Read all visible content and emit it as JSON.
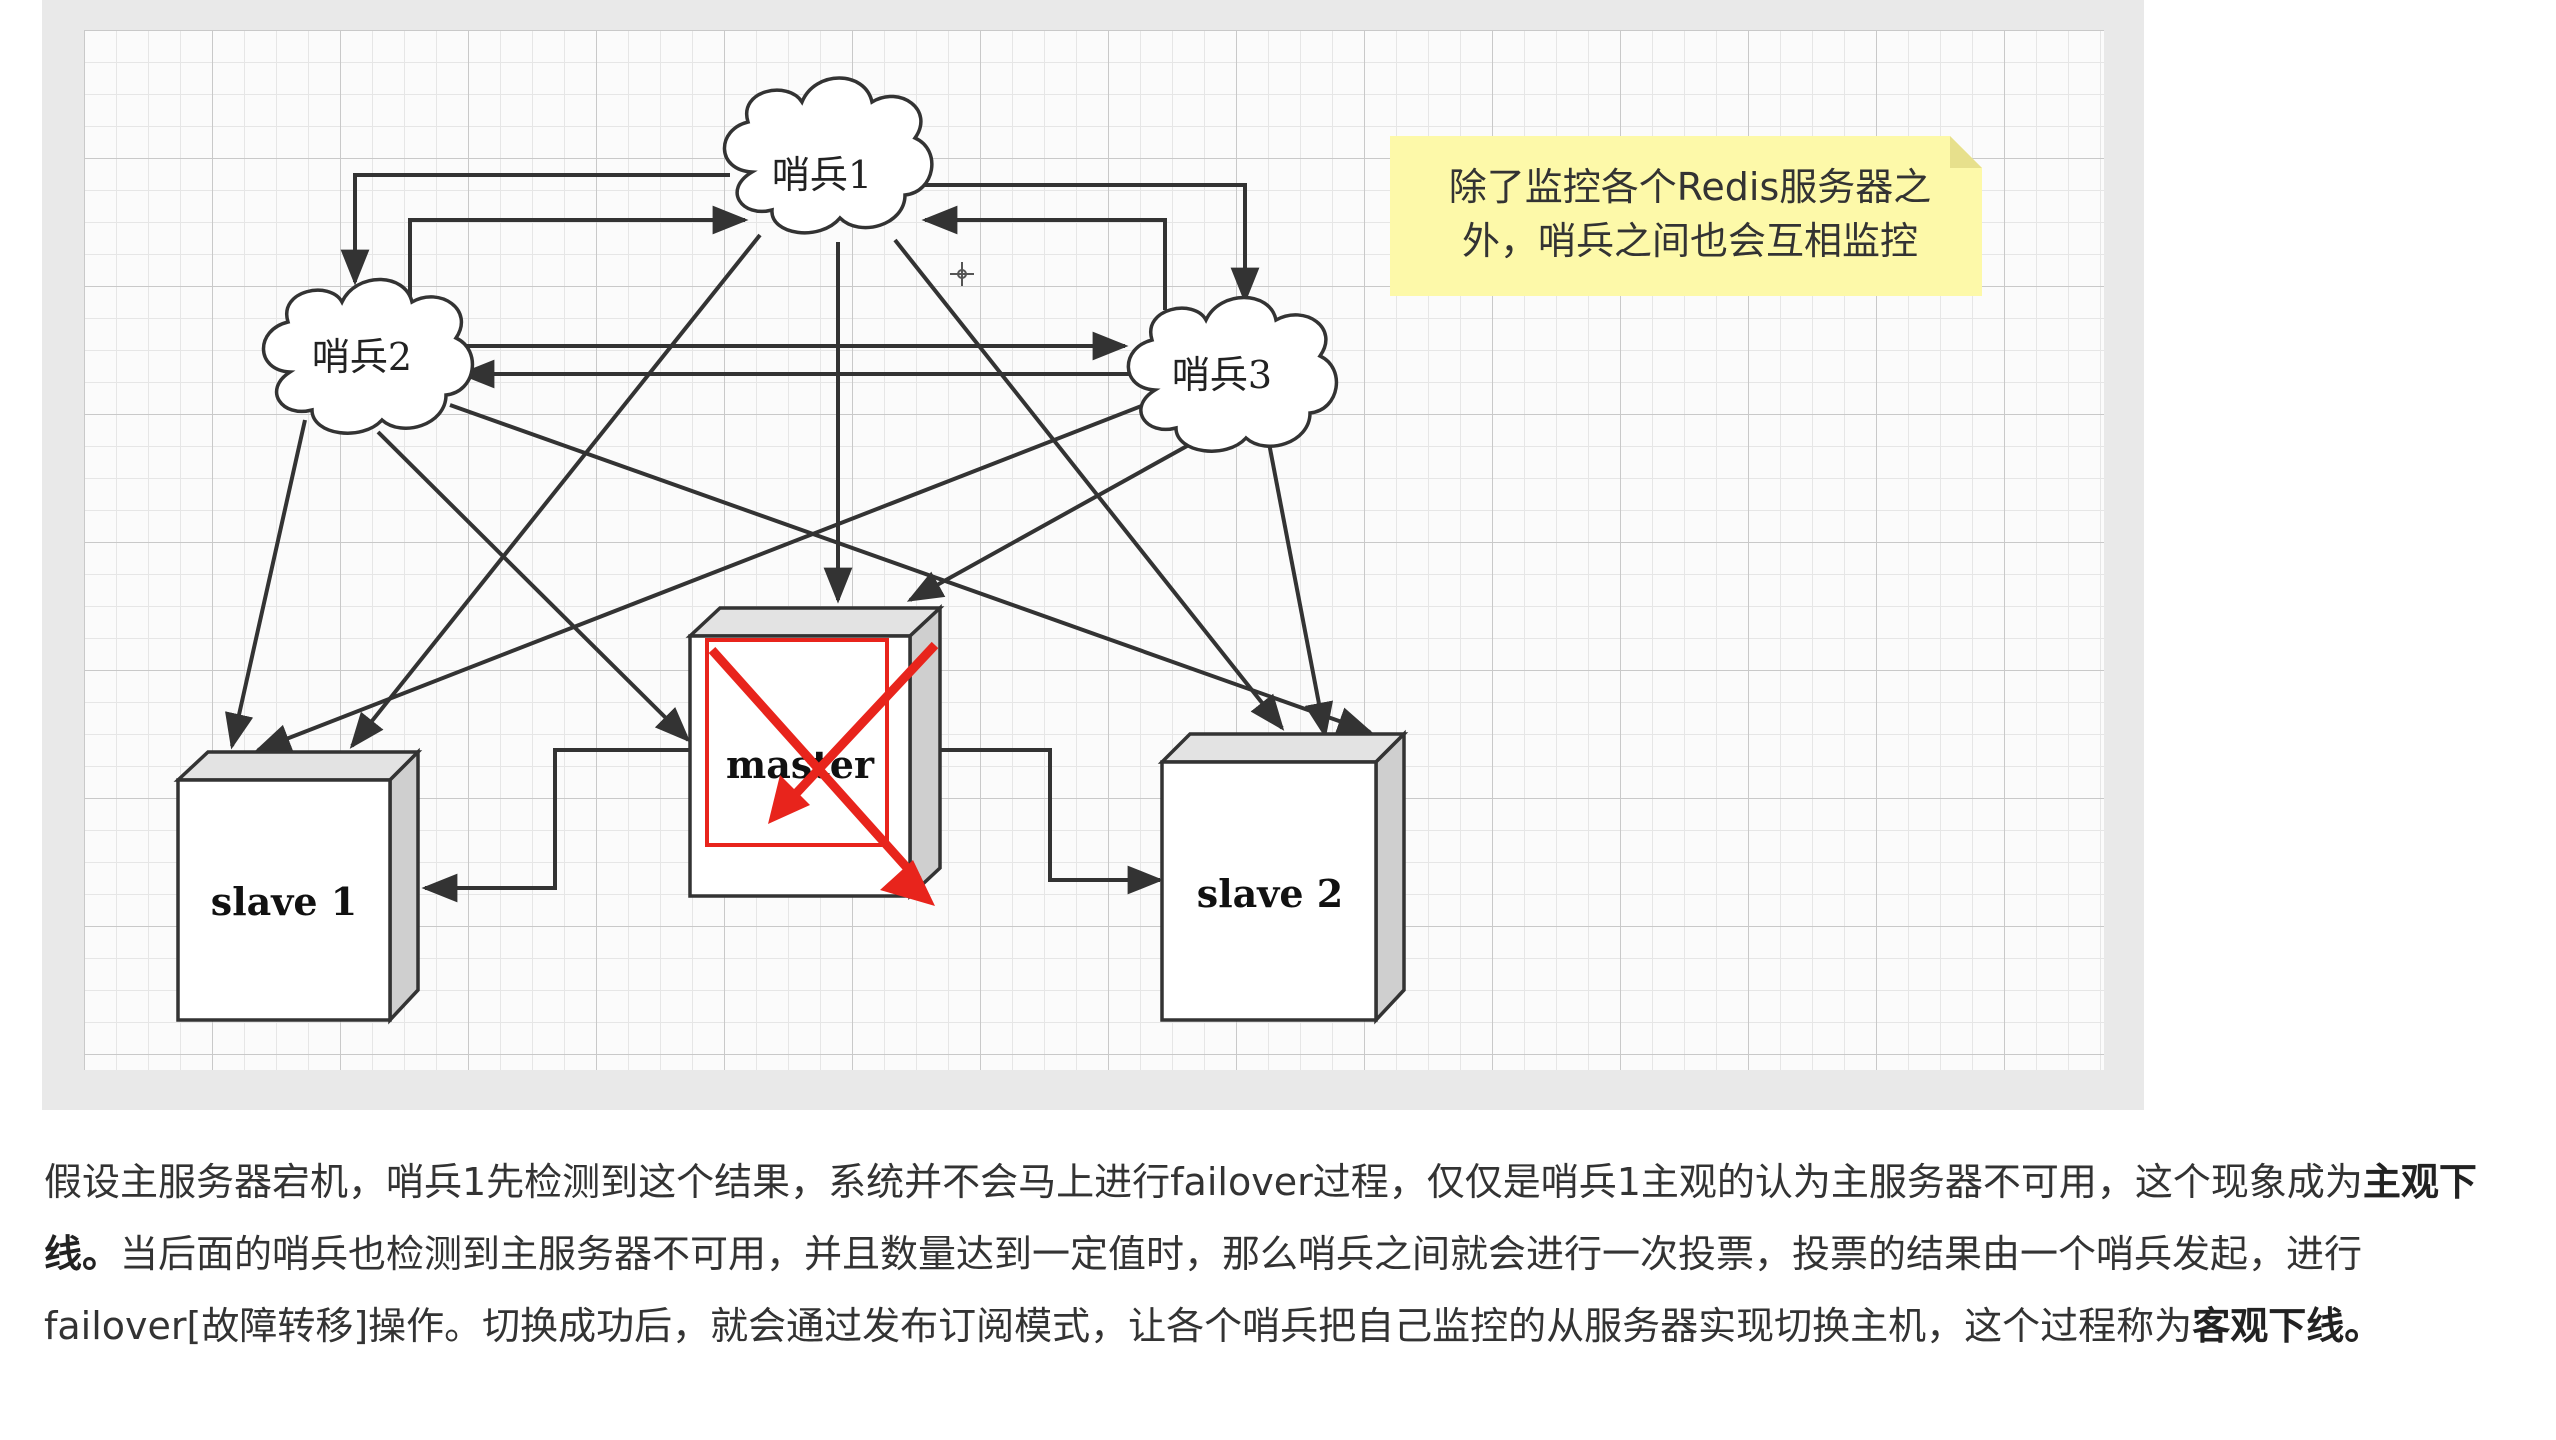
{
  "diagram": {
    "sentinel1": "哨兵1",
    "sentinel2": "哨兵2",
    "sentinel3": "哨兵3",
    "master": "master",
    "slave1": "slave 1",
    "slave2": "slave 2",
    "note": "除了监控各个Redis服务器之外，哨兵之间也会互相监控"
  },
  "paragraph": {
    "part1": "假设主服务器宕机，哨兵1先检测到这个结果，系统并不会马上进行failover过程，仅仅是哨兵1主观的认为主服务器不可用，这个现象成为",
    "bold1": "主观下线。",
    "part2": "当后面的哨兵也检测到主服务器不可用，并且数量达到一定值时，那么哨兵之间就会进行一次投票，投票的结果由一个哨兵发起，进行failover[故障转移]操作。切换成功后，就会通过发布订阅模式，让各个哨兵把自己监控的从服务器实现切换主机，这个过程称为",
    "bold2": "客观下线。"
  },
  "colors": {
    "cross": "#e8241c",
    "note_bg": "#fdf9a9",
    "line": "#333333"
  }
}
